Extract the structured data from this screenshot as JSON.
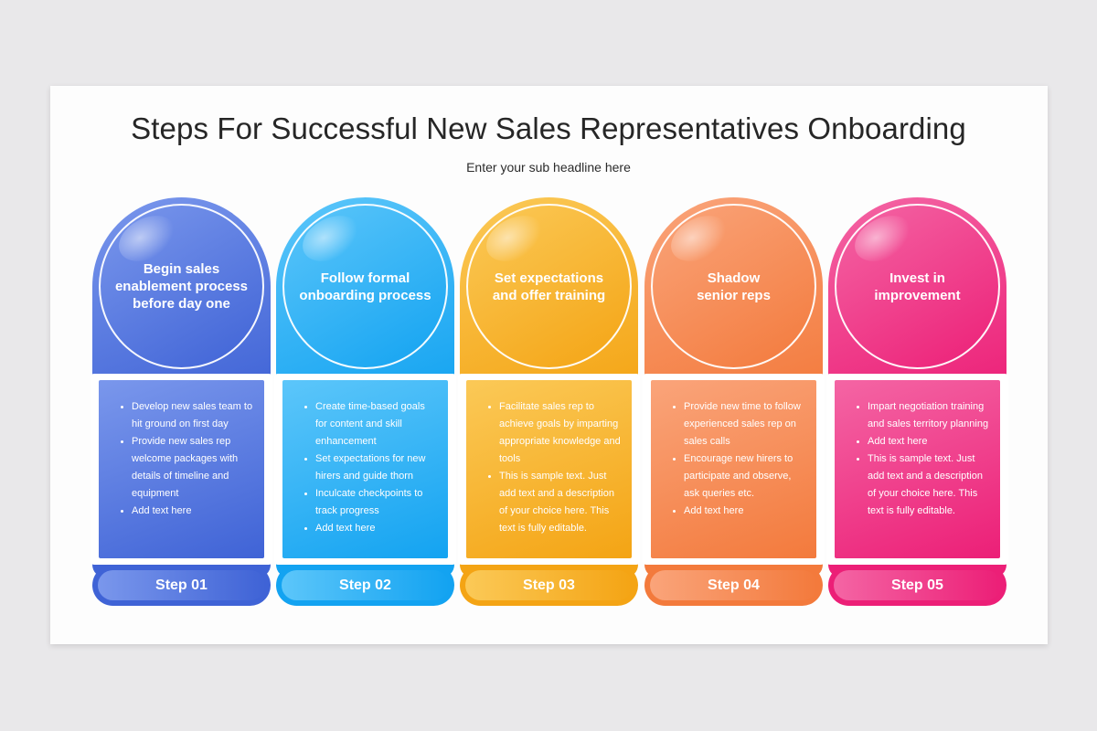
{
  "title": "Steps For Successful New Sales Representatives Onboarding",
  "subtitle": "Enter your sub headline here",
  "steps": [
    {
      "heading": "Begin sales\nenablement process\nbefore day one",
      "label": "Step 01",
      "bullets": [
        "Develop new sales team to hit ground on first day",
        "Provide new sales rep welcome packages with details of timeline and equipment",
        "Add text here"
      ],
      "colors": {
        "dark": "#3f63d6",
        "light": "#7a97ec"
      }
    },
    {
      "heading": "Follow formal\nonboarding process",
      "label": "Step 02",
      "bullets": [
        "Create time-based goals for content and skill enhancement",
        "Set expectations for new hirers and guide thorn",
        "Inculcate checkpoints to track progress",
        "Add text here"
      ],
      "colors": {
        "dark": "#13a3f1",
        "light": "#5cc6fa"
      }
    },
    {
      "heading": "Set expectations\nand offer training",
      "label": "Step 03",
      "bullets": [
        "Facilitate sales rep to achieve goals by imparting appropriate knowledge and tools",
        "This is sample text. Just add text and a description of your choice here. This text is fully editable."
      ],
      "colors": {
        "dark": "#f4a414",
        "light": "#fbc957"
      }
    },
    {
      "heading": "Shadow\nsenior reps",
      "label": "Step 04",
      "bullets": [
        "Provide new time to follow experienced sales rep on sales calls",
        "Encourage new hirers to participate and observe, ask queries etc.",
        "Add text here"
      ],
      "colors": {
        "dark": "#f37a3c",
        "light": "#faa47a"
      }
    },
    {
      "heading": "Invest in\nimprovement",
      "label": "Step 05",
      "bullets": [
        "Impart negotiation training and sales territory planning",
        "Add text here",
        "This is sample text. Just add text and a description of your choice here. This text is fully editable."
      ],
      "colors": {
        "dark": "#ec1f77",
        "light": "#f465a4"
      }
    }
  ]
}
